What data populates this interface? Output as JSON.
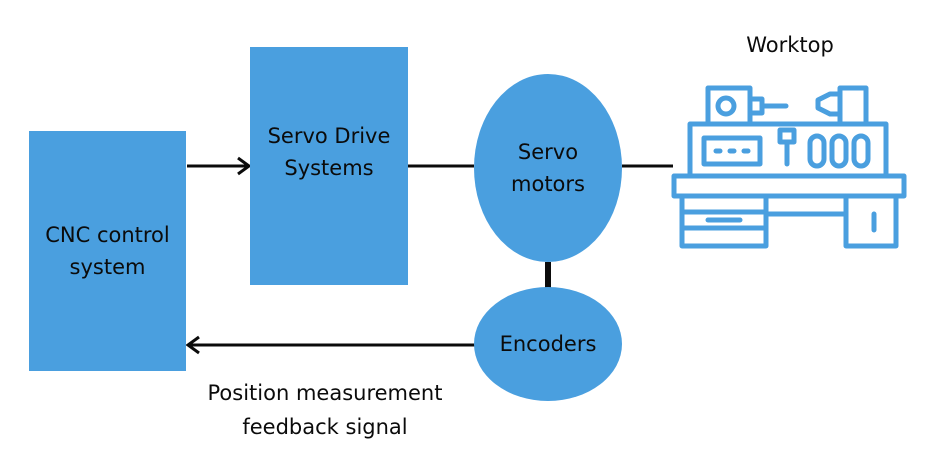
{
  "diagram": {
    "nodes": {
      "cnc": {
        "line1": "CNC control",
        "line2": "system"
      },
      "drive": {
        "line1": "Servo Drive",
        "line2": "Systems"
      },
      "motors": {
        "line1": "Servo",
        "line2": "motors"
      },
      "encoders": {
        "label": "Encoders"
      },
      "worktop": {
        "label": "Worktop",
        "icon": "machine-tool-icon"
      }
    },
    "edges": {
      "feedback": {
        "line1": "Position measurement",
        "line2": "feedback signal"
      }
    },
    "colors": {
      "block_fill": "#4a9fdf",
      "icon_stroke": "#4a9fdf",
      "line": "#0b0b0b"
    }
  }
}
